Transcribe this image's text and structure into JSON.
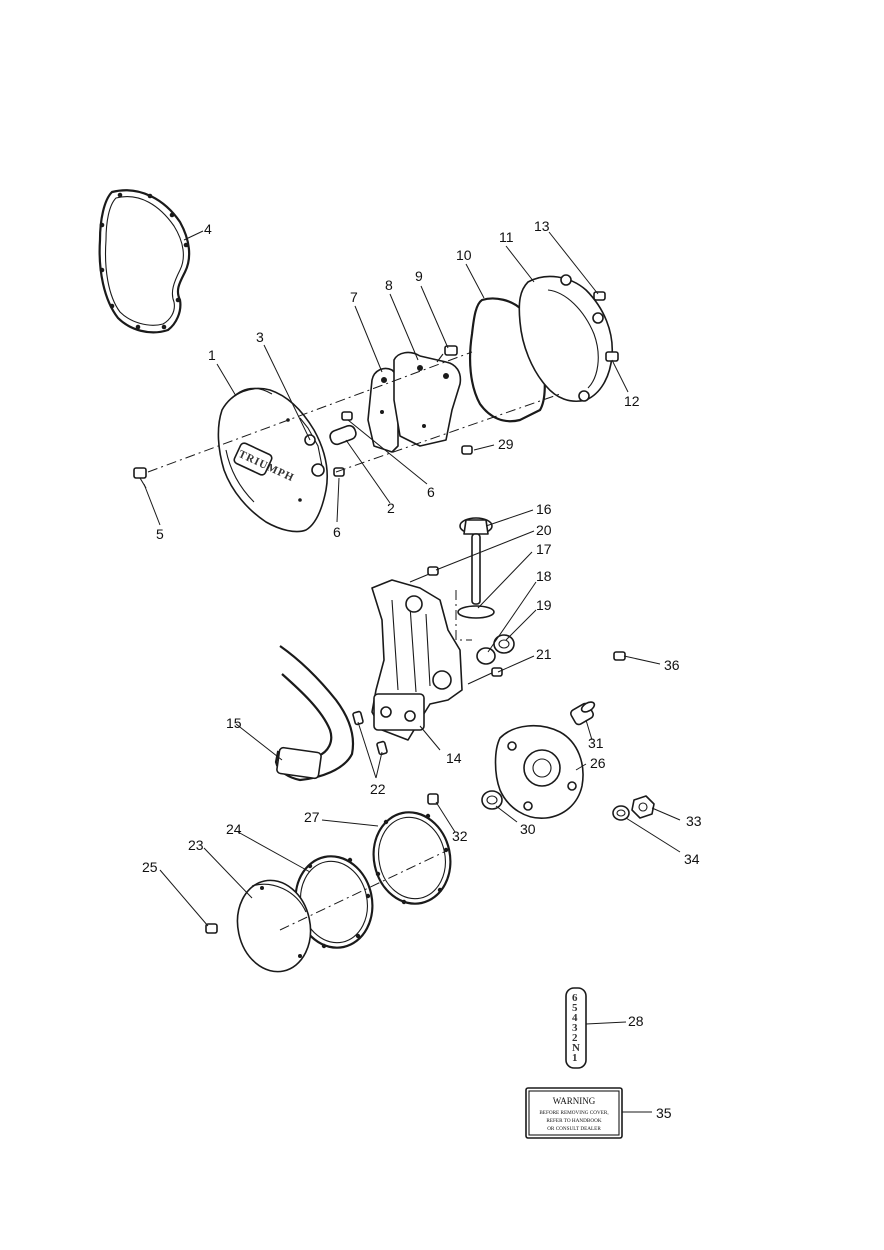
{
  "callouts": {
    "c1": "1",
    "c2": "2",
    "c3": "3",
    "c4": "4",
    "c5": "5",
    "c6a": "6",
    "c6b": "6",
    "c7": "7",
    "c8": "8",
    "c9": "9",
    "c10": "10",
    "c11": "11",
    "c12": "12",
    "c13": "13",
    "c14": "14",
    "c15": "15",
    "c16": "16",
    "c17": "17",
    "c18": "18",
    "c19": "19",
    "c20": "20",
    "c21": "21",
    "c22": "22",
    "c23": "23",
    "c24": "24",
    "c25": "25",
    "c26": "26",
    "c27": "27",
    "c28": "28",
    "c29": "29",
    "c30": "30",
    "c31": "31",
    "c32": "32",
    "c33": "33",
    "c34": "34",
    "c35": "35",
    "c36": "36"
  },
  "cover_badge": "TRIUMPH",
  "gear_indicator": [
    "6",
    "5",
    "4",
    "3",
    "2",
    "N",
    "1"
  ],
  "warning_label": {
    "title": "WARNING",
    "line1": "BEFORE REMOVING COVER,",
    "line2": "REFER TO HANDBOOK",
    "line3": "OR CONSULT DEALER"
  }
}
